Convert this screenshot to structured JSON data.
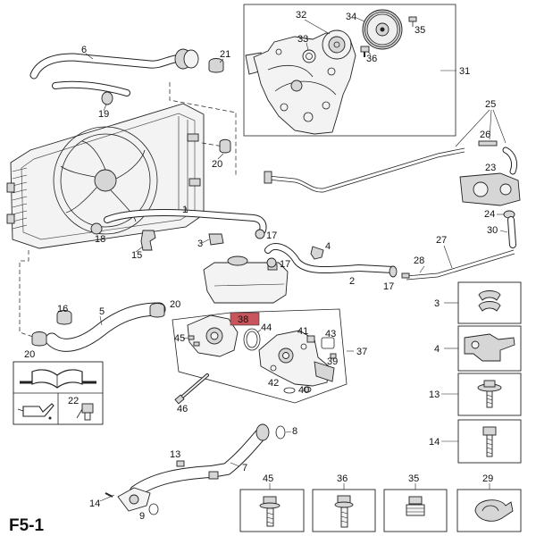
{
  "figure": {
    "code": "F5-1"
  },
  "colors": {
    "highlight": "#c8545c",
    "line": "#222222"
  },
  "icons": [
    "book-icon",
    "oil-can-icon",
    "sensor-icon"
  ],
  "callouts": [
    "32",
    "34",
    "35",
    "33",
    "36",
    "31",
    "6",
    "21",
    "19",
    "25",
    "26",
    "20",
    "23",
    "1",
    "18",
    "17",
    "24",
    "30",
    "15",
    "3",
    "4",
    "27",
    "17",
    "28",
    "2",
    "17",
    "3",
    "4",
    "13",
    "14",
    "16",
    "5",
    "20",
    "38",
    "44",
    "45",
    "41",
    "43",
    "37",
    "39",
    "20",
    "42",
    "40",
    "22",
    "46",
    "8",
    "13",
    "7",
    "14",
    "9",
    "45",
    "36",
    "35",
    "29"
  ]
}
